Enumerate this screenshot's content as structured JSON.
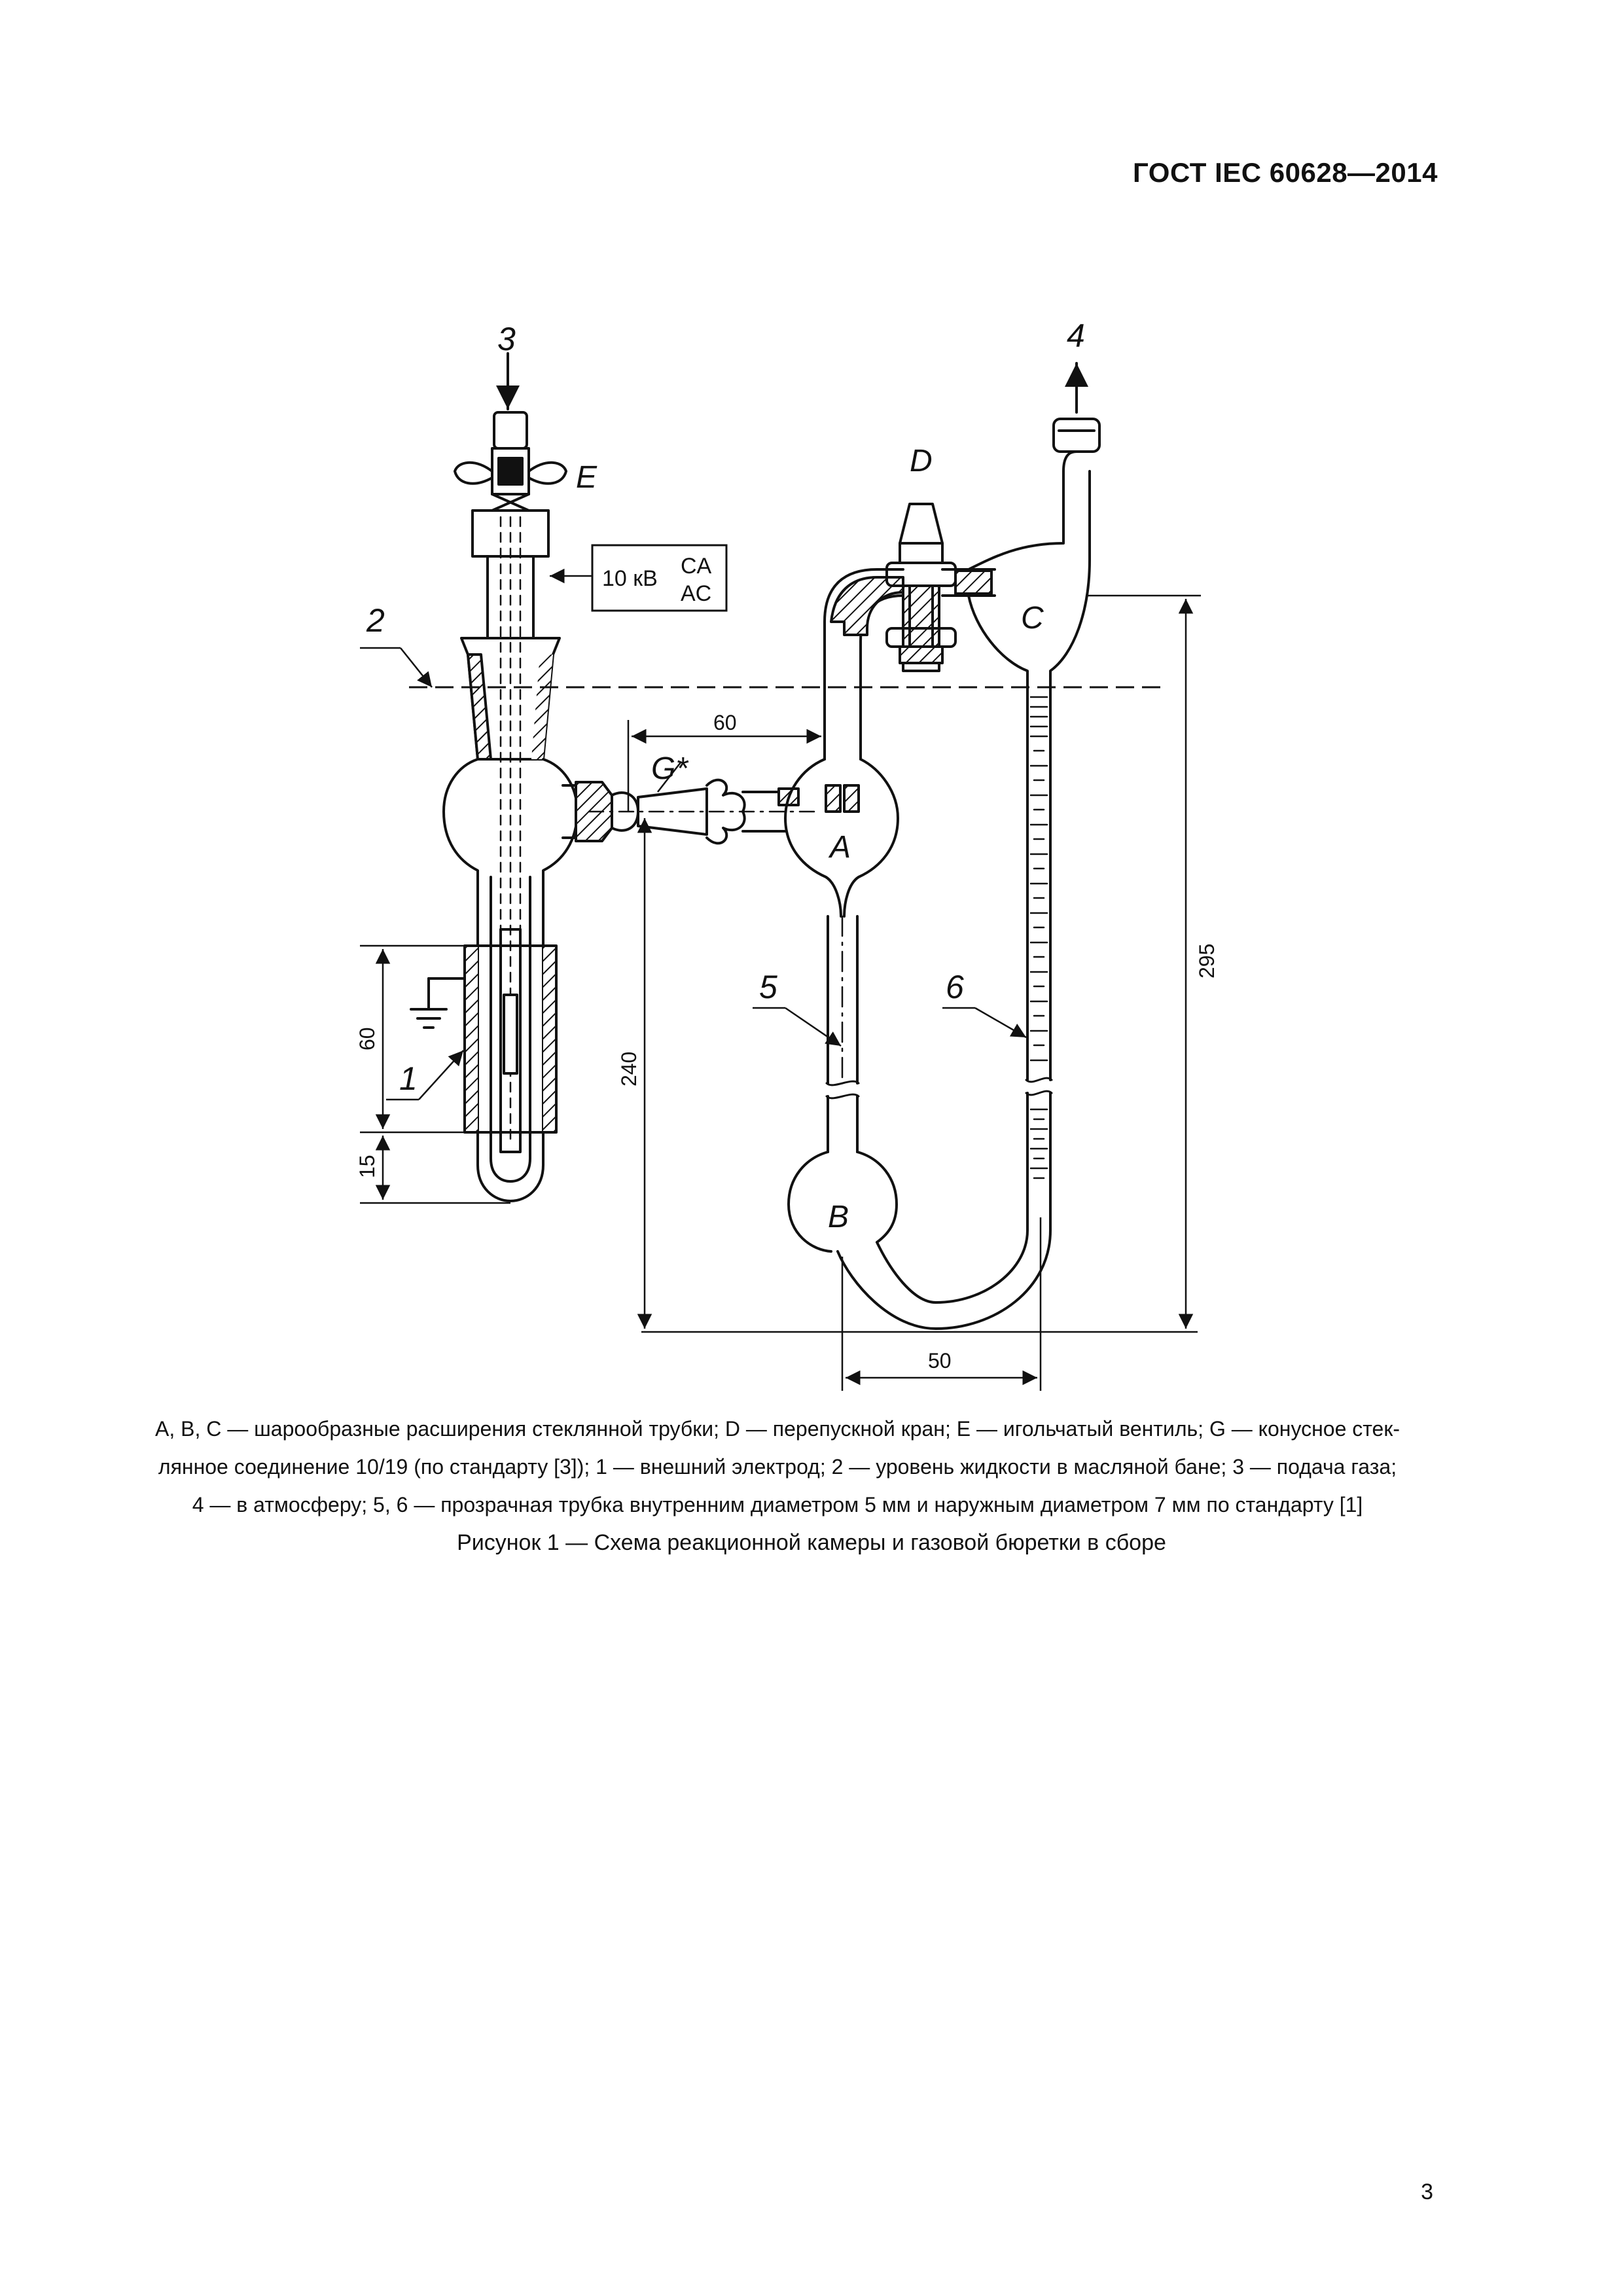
{
  "header": {
    "standard_code": "ГОСТ IEC 60628—2014"
  },
  "figure": {
    "labels": {
      "num_3": "3",
      "num_4": "4",
      "num_2": "2",
      "num_1": "1",
      "num_5": "5",
      "num_6": "6",
      "letter_E": "E",
      "letter_D": "D",
      "letter_C": "C",
      "letter_A": "A",
      "letter_B": "B",
      "letter_G": "G*"
    },
    "voltage_box": {
      "voltage": "10 кВ",
      "line1": "CA",
      "line2": "AC"
    },
    "dimensions": {
      "d60_top": "60",
      "d60_left": "60",
      "d15": "15",
      "d240": "240",
      "d295": "295",
      "d50": "50"
    }
  },
  "legend": {
    "line1": "A, B, C — шарообразные расширения стеклянной трубки; D — перепускной кран; E — игольчатый вентиль; G — конусное стек-",
    "line2": "лянное соединение 10/19 (по стандарту [3]); 1 — внешний электрод; 2 — уровень жидкости в масляной бане; 3 — подача газа;",
    "line3": "4 — в атмосферу; 5, 6 — прозрачная трубка внутренним диаметром 5 мм и наружным диаметром 7 мм по стандарту [1]"
  },
  "caption": "Рисунок  1 — Схема реакционной камеры и газовой бюретки в сборе",
  "page_number": "3"
}
